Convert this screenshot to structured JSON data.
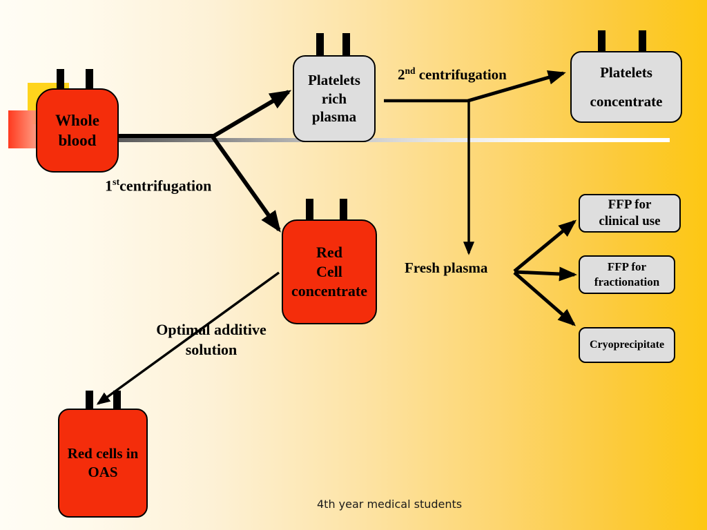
{
  "slide": {
    "footer_note": "4th year medical students",
    "background_left_color": "#fffdf5",
    "background_right_color": "#fdc713"
  },
  "colors": {
    "red_bag": "#f42d0b",
    "grey_bag": "#dedede",
    "bag_outline": "#000000",
    "deco_yellow": "#ffd41c",
    "arrow": "#000000"
  },
  "bags": {
    "whole_blood": {
      "line1": "Whole",
      "line2": "blood",
      "fill": "#f42d0b"
    },
    "platelets_rich_plasma": {
      "line1": "Platelets",
      "line2": "rich",
      "line3": "plasma",
      "fill": "#dedede"
    },
    "platelets_concentrate": {
      "line1": "Platelets",
      "line2": "concentrate",
      "fill": "#dedede"
    },
    "red_cell_concentrate": {
      "line1": "Red",
      "line2": "Cell",
      "line3": "concentrate",
      "fill": "#f42d0b"
    },
    "red_cells_in_oas": {
      "line1": "Red cells in",
      "line2": "OAS",
      "fill": "#f42d0b"
    },
    "ffp_clinical": {
      "line1": "FFP for",
      "line2": "clinical use",
      "fill": "#dedede"
    },
    "ffp_fractionation": {
      "line1": "FFP for",
      "line2": "fractionation",
      "fill": "#dedede"
    },
    "cryoprecipitate": {
      "line1": "Cryoprecipitate",
      "fill": "#dedede"
    }
  },
  "labels": {
    "first_centrifugation_number": "1",
    "first_centrifugation_sup": "st",
    "first_centrifugation_text": "centrifugation",
    "second_centrifugation_number": "2",
    "second_centrifugation_sup": "nd",
    "second_centrifugation_text": " centrifugation",
    "optimal_additive_solution": "Optimal additive solution",
    "fresh_plasma": "Fresh plasma"
  },
  "flow": {
    "steps": [
      "Whole blood",
      "1st centrifugation",
      "Platelets rich plasma",
      "Red Cell concentrate",
      "2nd centrifugation",
      "Platelets concentrate",
      "Fresh plasma",
      "FFP for clinical use",
      "FFP for fractionation",
      "Cryoprecipitate",
      "Optimal additive solution",
      "Red cells in OAS"
    ]
  }
}
